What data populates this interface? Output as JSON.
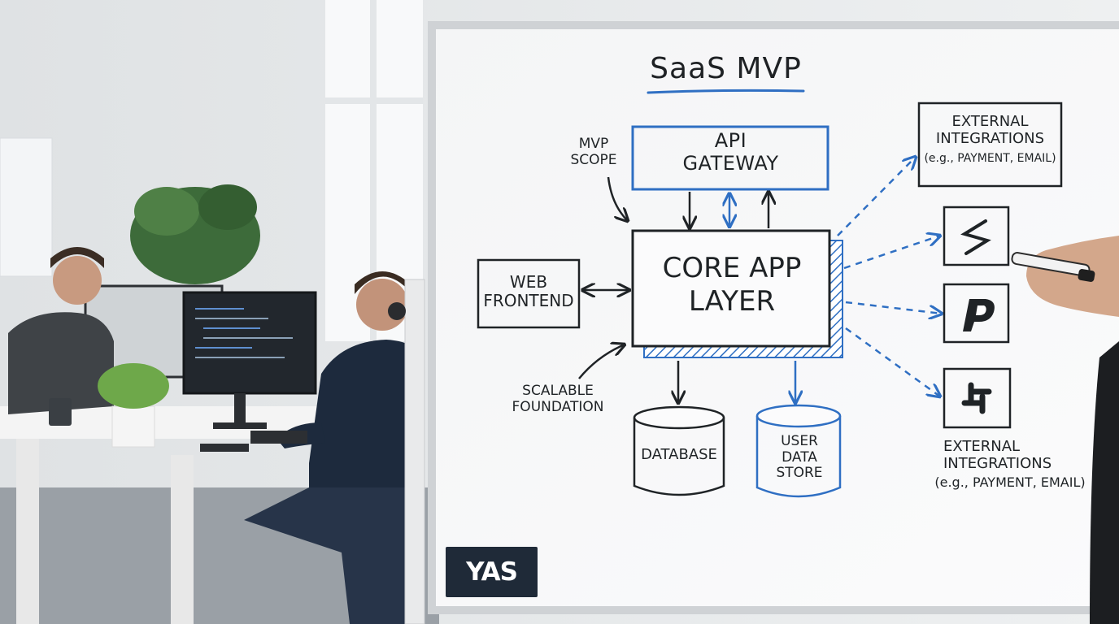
{
  "whiteboard": {
    "title": "SaaS MVP",
    "annotation_mvp_scope": "MVP\nSCOPE",
    "annotation_scalable": "SCALABLE\nFOUNDATION",
    "api_gateway": "API\nGATEWAY",
    "core_app_layer": "CORE APP\nLAYER",
    "web_frontend": "WEB\nFRONTEND",
    "database": "DATABASE",
    "user_data_store": "USER\nDATA\nSTORE",
    "external_integrations_top": {
      "title": "EXTERNAL\nINTEGRATIONS",
      "subtitle": "(e.g., PAYMENT, EMAIL)"
    },
    "external_integrations_bottom": {
      "title": "EXTERNAL\nINTEGRATIONS",
      "subtitle": "(e.g., PAYMENT, EMAIL)"
    },
    "integration_icons": [
      "stripe-like-icon",
      "paypal-icon",
      "slack-icon"
    ],
    "logo_text": "YAS"
  },
  "colors": {
    "marker_black": "#1f2326",
    "marker_blue": "#2f6fc3",
    "board_white": "#f7f8f9",
    "logo_bg": "#1f2a38"
  }
}
